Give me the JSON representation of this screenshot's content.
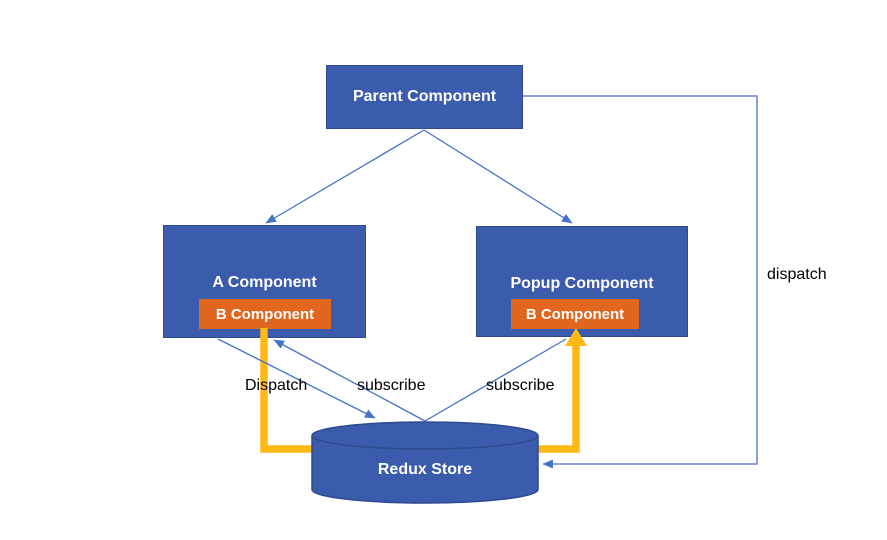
{
  "diagram": {
    "nodes": {
      "parent": {
        "label": "Parent Component"
      },
      "a_component": {
        "label": "A Component"
      },
      "a_child": {
        "label": "B Component"
      },
      "popup_component": {
        "label": "Popup Component"
      },
      "popup_child": {
        "label": "B Component"
      },
      "redux_store": {
        "label": "Redux Store"
      }
    },
    "edges": {
      "dispatch_a_to_store": {
        "label": "Dispatch"
      },
      "subscribe_store_to_a": {
        "label": "subscribe"
      },
      "subscribe_store_to_popup": {
        "label": "subscribe"
      },
      "dispatch_parent_to_store": {
        "label": "dispatch"
      }
    },
    "colors": {
      "background": "#ffffff",
      "node_fill": "#3b5cad",
      "node_border": "#2e4b8f",
      "child_fill": "#e2671e",
      "blue_connector": "#4472c4",
      "orange_connector": "#ffb915",
      "node_text": "#ffffff",
      "label_text": "#000000"
    }
  }
}
